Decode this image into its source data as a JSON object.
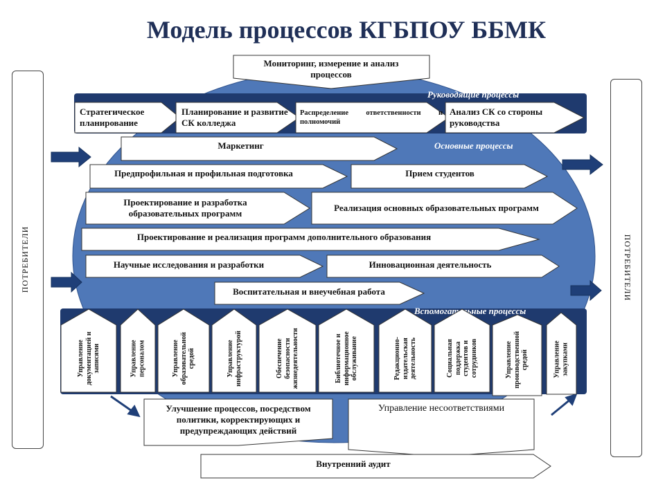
{
  "title": "Модель процессов КГБПОУ ББМК",
  "consumers_left": "ПОТРЕБИТЕЛИ",
  "consumers_right": "ПОТРЕБИТЕЛИ",
  "monitoring": "Мониторинг, измерение и анализ процессов",
  "management": {
    "label": "Руководящие процессы",
    "items": [
      "Стратегическое планирование",
      "Планирование и развитие СК колледжа",
      "Распределение ответственности и полномочий",
      "Анализ СК со стороны руководства"
    ]
  },
  "core": {
    "label": "Основные процессы",
    "marketing": "Маркетинг",
    "preprofile": "Предпрофильная и профильная подготовка",
    "admission": "Прием студентов",
    "design_programs": "Проектирование и разработка образовательных программ",
    "implementation": "Реализация основных образовательных программ",
    "additional_edu": "Проектирование и реализация программ дополнительного образования",
    "research": "Научные исследования и разработки",
    "innovation": "Инновационная деятельность",
    "upbringing": "Воспитательная и внеучебная работа"
  },
  "support": {
    "label": "Вспомогательные процессы",
    "items": [
      "Управление документацией и записями",
      "Управление персоналом",
      "Управление образовательной средой",
      "Управление инфраструктурой",
      "Обеспечение безопасности жизнедеятельности",
      "Библиотечное и информационное обслуживание",
      "Редакционно-издательская деятельность",
      "Социальная поддержка студентов и сотрудников",
      "Управление производственной средой",
      "Управление закупками"
    ]
  },
  "improvement": "Улучшение процессов, посредством политики, корректирующих и предупреждающих действий",
  "nonconformity": "Управление несоответствиями",
  "audit": "Внутренний аудит",
  "colors": {
    "ellipse": "#4f78b8",
    "band": "#1f3a6e",
    "title": "#1f2f57",
    "arrow": "#1f3f78"
  }
}
